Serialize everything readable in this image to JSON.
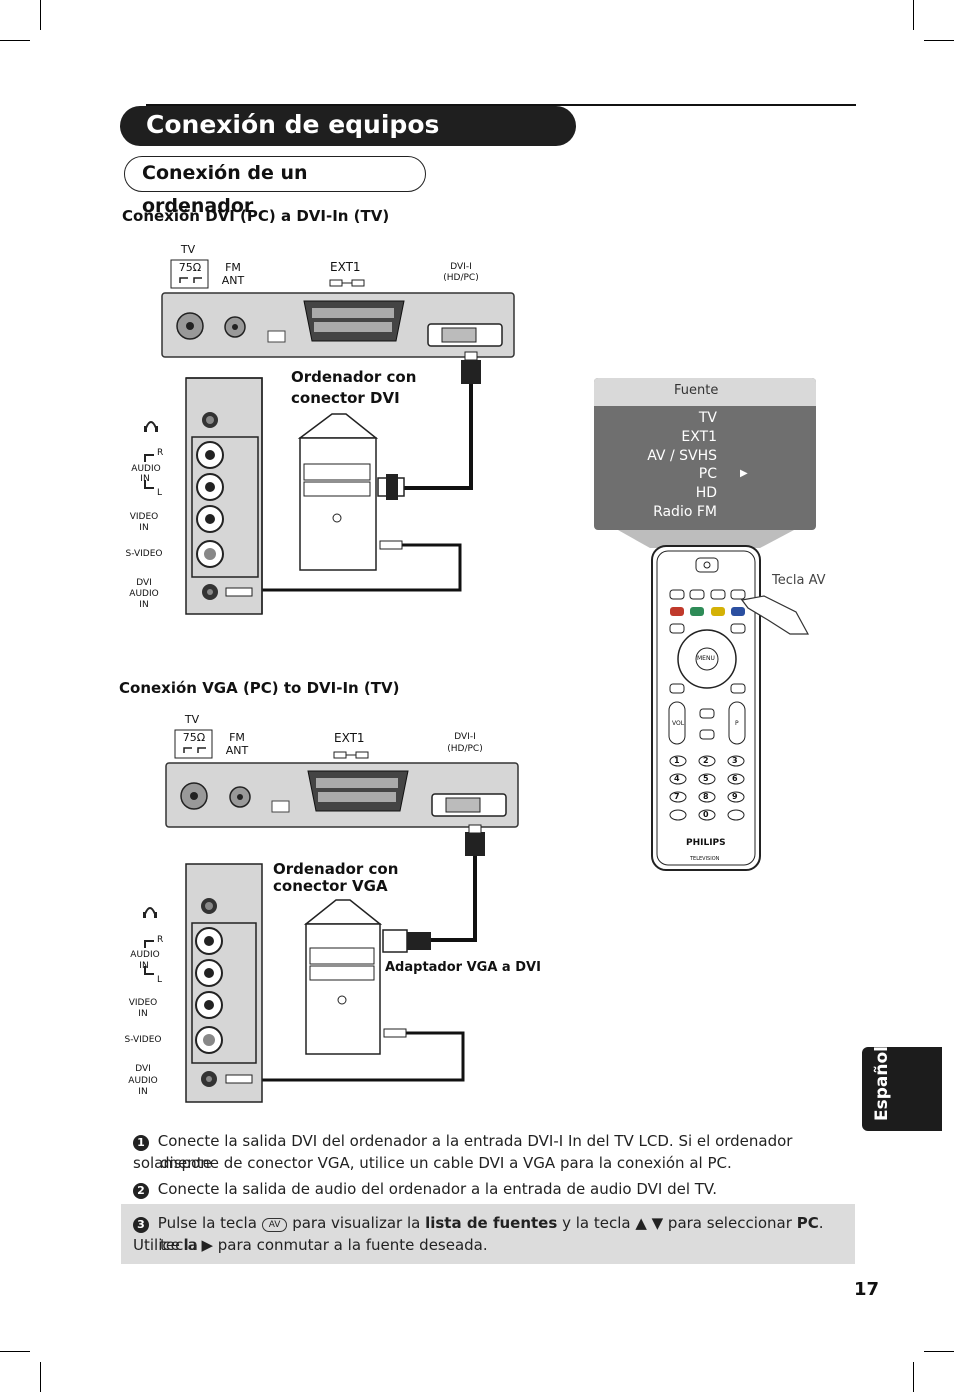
{
  "header": {
    "title": "Conexión de equipos periféricos",
    "subtitle": "Conexión de un ordenador"
  },
  "section_dvi": {
    "heading": "Conexión DVI (PC) a DVI-In (TV)",
    "computer_label_1": "Ordenador con",
    "computer_label_2": "conector DVI"
  },
  "section_vga": {
    "heading": "Conexión VGA (PC) to DVI-In (TV)",
    "computer_label_1": "Ordenador con",
    "computer_label_2": "conector VGA",
    "adapter_label": "Adaptador VGA a DVI"
  },
  "tv_panel": {
    "tv": "TV",
    "ohm": "75Ω",
    "fm": "FM",
    "ant": "ANT",
    "ext1": "EXT1",
    "dvi_1": "DVI-I",
    "dvi_2": "(HD/PC)"
  },
  "side_panel": {
    "r": "R",
    "l": "L",
    "audio_in_1": "AUDIO",
    "audio_in_2": "IN",
    "video_in_1": "VIDEO",
    "video_in_2": "IN",
    "svideo": "S-VIDEO",
    "dvi_audio_1": "DVI",
    "dvi_audio_2": "AUDIO",
    "dvi_audio_3": "IN"
  },
  "source_menu": {
    "header": "Fuente",
    "items": [
      "TV",
      "EXT1",
      "AV / SVHS",
      "PC",
      "HD",
      "Radio FM"
    ],
    "selected": "PC"
  },
  "remote": {
    "key_label": "Tecla AV",
    "brand": "PHILIPS",
    "sub_brand": "TELEVISION",
    "menu": "MENU",
    "vol": "VOL",
    "p": "P",
    "digits": [
      "1",
      "2",
      "3",
      "4",
      "5",
      "6",
      "7",
      "8",
      "9",
      "0"
    ],
    "color_keys": [
      "#c0392b",
      "#2e8b57",
      "#d4b106",
      "#2b4fa0"
    ]
  },
  "notes": {
    "n1": "Conecte la salida DVI del ordenador a la entrada DVI-I In del TV LCD. Si el ordenador solamente",
    "n1b": "dispone de conector VGA, utilice un cable DVI a VGA para la conexión al PC.",
    "n2": "Conecte la salida de audio del ordenador a la entrada de audio  DVI del TV.",
    "n3_a": "Pulse la tecla",
    "n3_key": "AV",
    "n3_b": "para visualizar la",
    "n3_bold1": "lista de fuentes",
    "n3_c": "y la tecla ▲ ▼ para seleccionar",
    "n3_bold2": "PC",
    "n3_d": ". Utilice la",
    "n3_e": "tecla ▶ para conmutar a la fuente deseada.",
    "num1": "1",
    "num2": "2",
    "num3": "3"
  },
  "footer": {
    "page_number": "17",
    "language_tab": "Español"
  }
}
